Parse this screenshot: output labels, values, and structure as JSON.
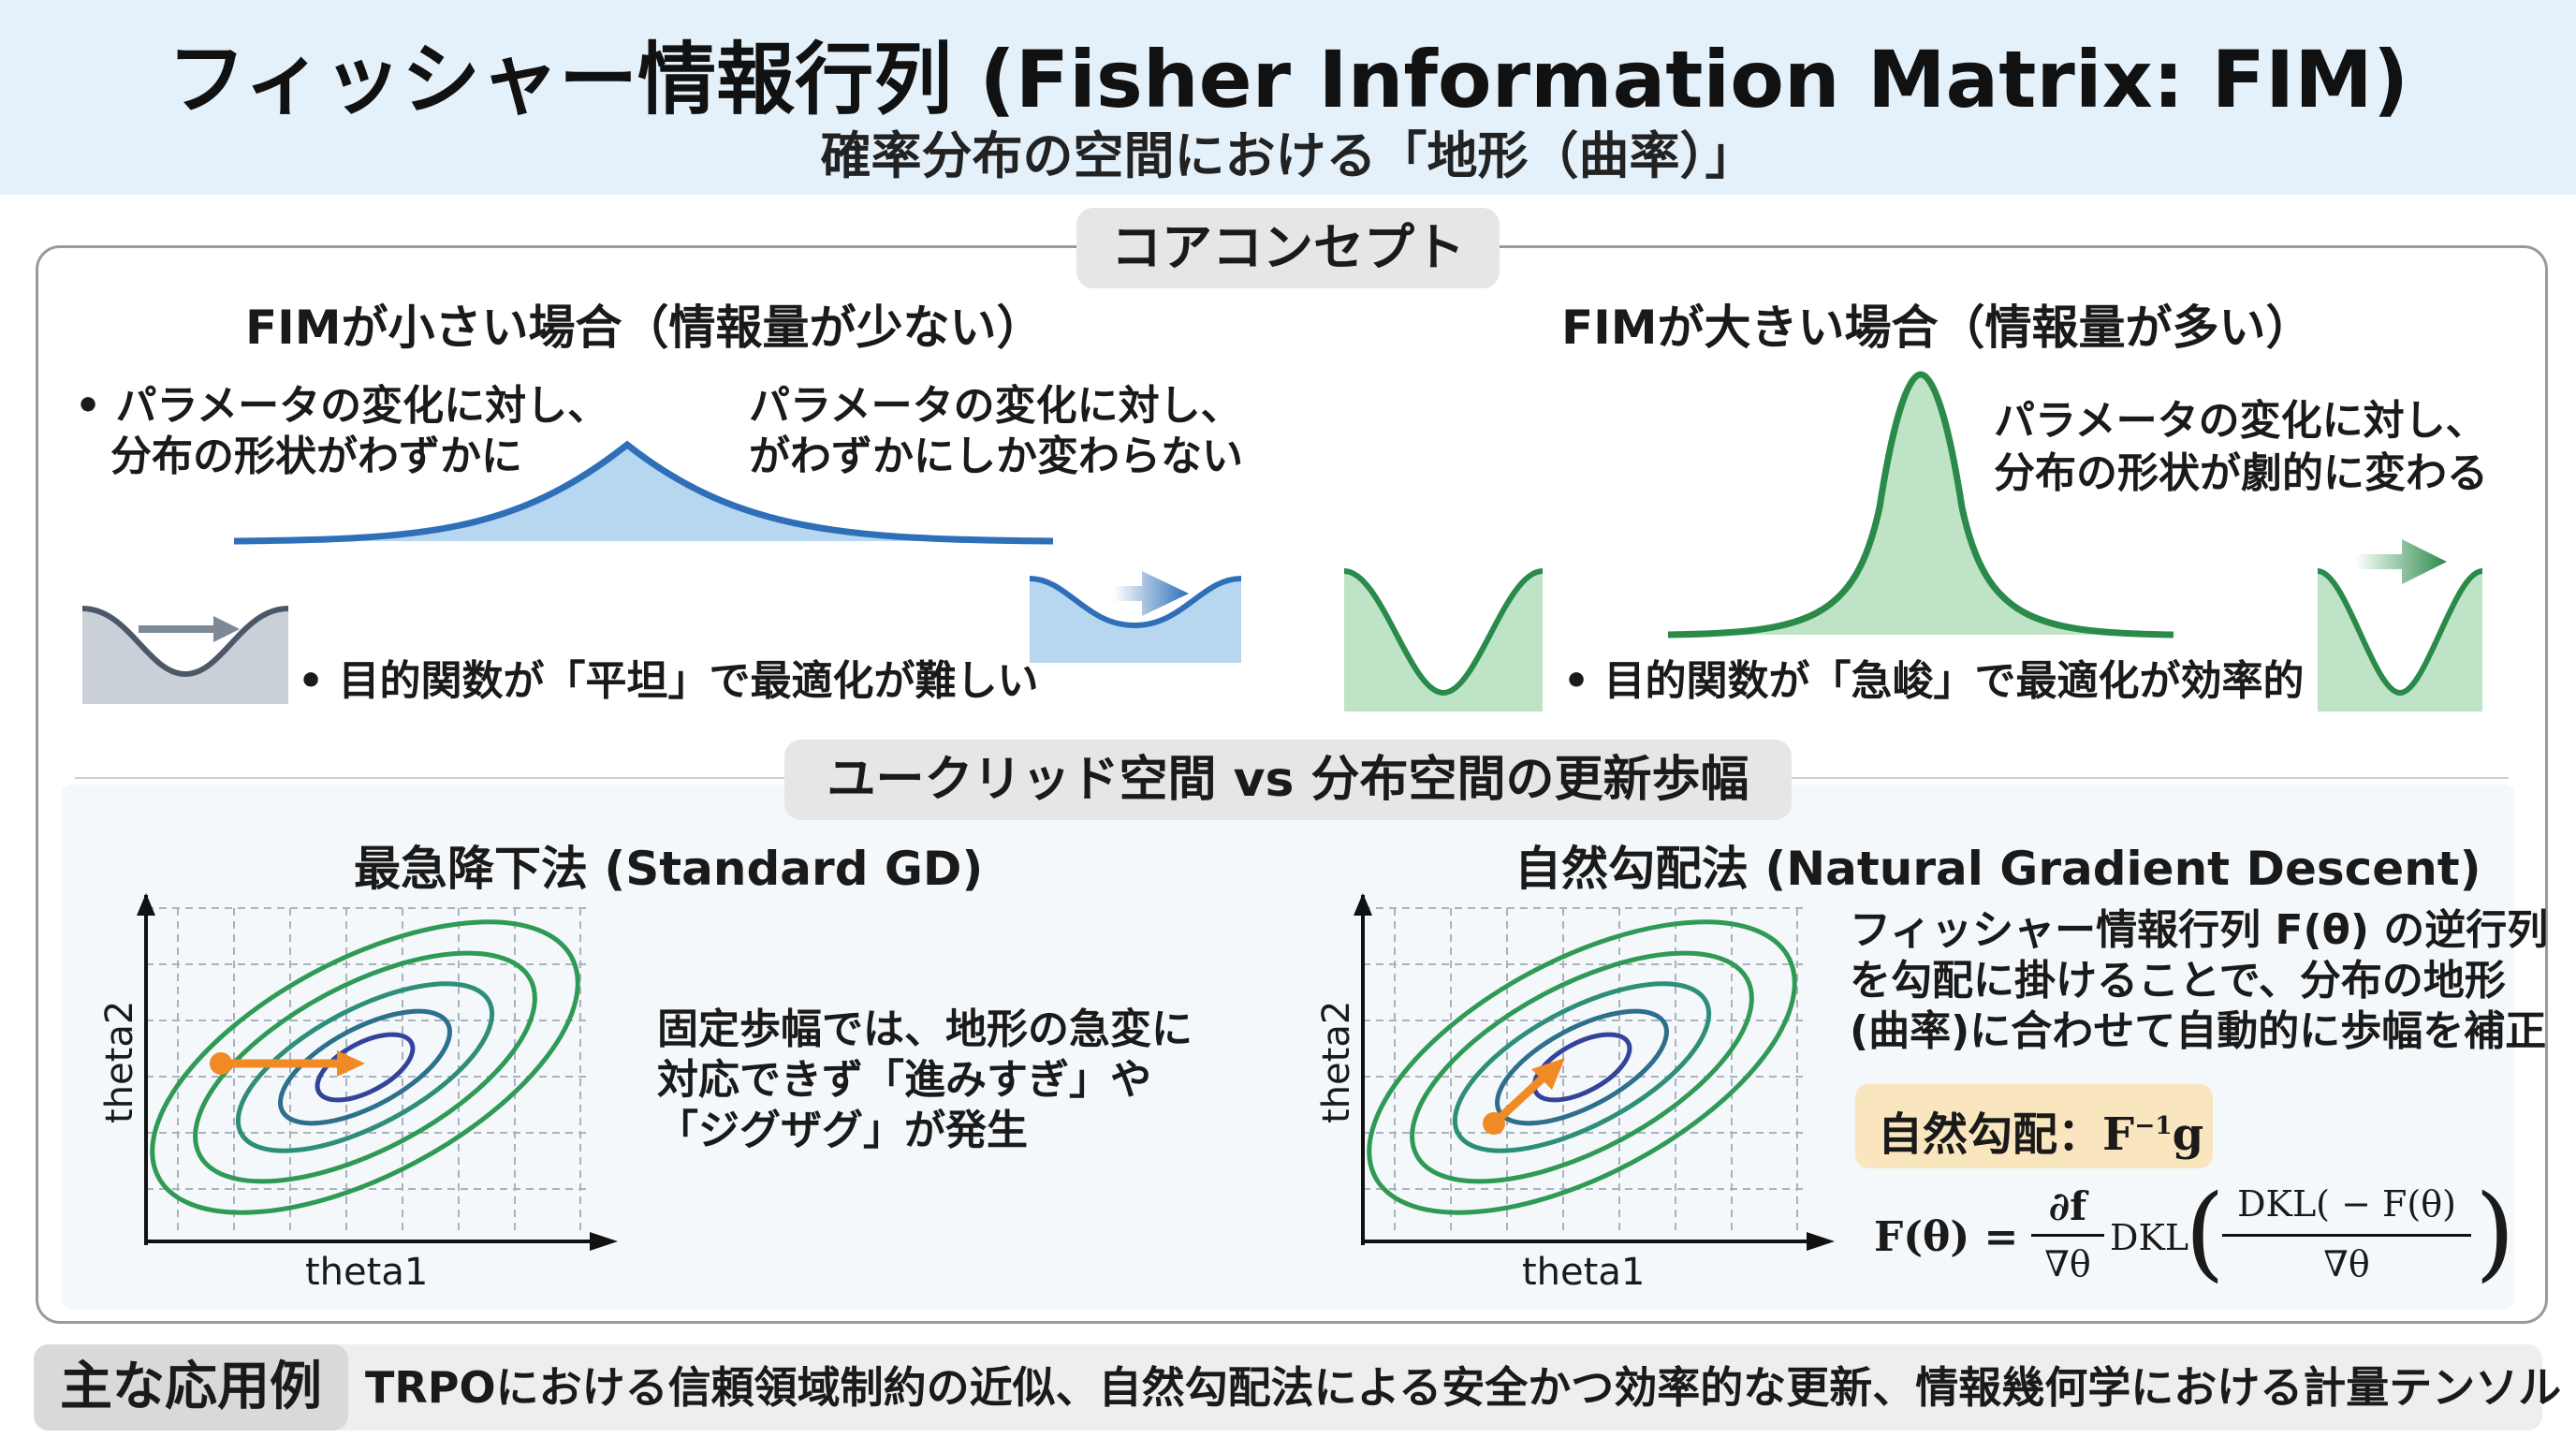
{
  "header": {
    "title": "フィッシャー情報行列 (Fisher Information Matrix: FIM)",
    "subtitle": "確率分布の空間における「地形（曲率）」"
  },
  "core_concept": {
    "label": "コアコンセプト",
    "small": {
      "heading": "FIMが小さい場合（情報量が少ない）",
      "bullet1_line1": "• パラメータの変化に対し、",
      "bullet1_line2": "分布の形状がわずかに",
      "bullet2_line1": "パラメータの変化に対し、",
      "bullet2_line2": "がわずかにしか変わらない",
      "bullet3": "• 目的関数が「平坦」で最適化が難しい"
    },
    "large": {
      "heading": "FIMが大きい場合（情報量が多い）",
      "bullet1_line1": "パラメータの変化に対し、",
      "bullet1_line2": "分布の形状が劇的に変わる",
      "bullet2": "• 目的関数が「急峻」で最適化が効率的"
    }
  },
  "update_comparison": {
    "label": "ユークリッド空間 vs 分布空間の更新歩幅",
    "standard_gd": {
      "heading": "最急降下法 (Standard GD)",
      "xlabel": "theta1",
      "ylabel": "theta2",
      "desc_line1": "固定歩幅では、地形の急変に",
      "desc_line2": "対応できず「進みすぎ」や",
      "desc_line3": "「ジグザグ」が発生"
    },
    "natural_gd": {
      "heading": "自然勾配法 (Natural Gradient Descent)",
      "xlabel": "theta1",
      "ylabel": "theta2",
      "desc_line1": "フィッシャー情報行列 F(θ) の逆行列",
      "desc_line2": "を勾配に掛けることで、分布の地形",
      "desc_line3": "(曲率)に合わせて自動的に歩幅を補正",
      "natural_gradient_label": "自然勾配：",
      "natural_gradient_formula": "F",
      "natural_gradient_exponent": "−1",
      "natural_gradient_g": "g",
      "formula": {
        "lhs": "F(θ) =",
        "numer": "∂f",
        "denom": "∇θ",
        "dkl": "DKL",
        "inner_numer": "DKL( − F(θ)",
        "inner_denom": "∇θ"
      }
    }
  },
  "applications": {
    "label": "主な応用例",
    "text": "TRPOにおける信頼領域制約の近似、自然勾配法による安全かつ効率的な更新、情報幾何学における計量テンソル"
  },
  "colors": {
    "blue_curve": "#2e6fb8",
    "blue_fill": "#b7d7f1",
    "green_curve": "#2a8a4a",
    "green_fill": "#bfe3c6",
    "orange_arrow": "#f08a24",
    "contour_outer": "#2f9a55",
    "contour_inner": "#34439a",
    "gray_well": "#c9d0d8"
  }
}
